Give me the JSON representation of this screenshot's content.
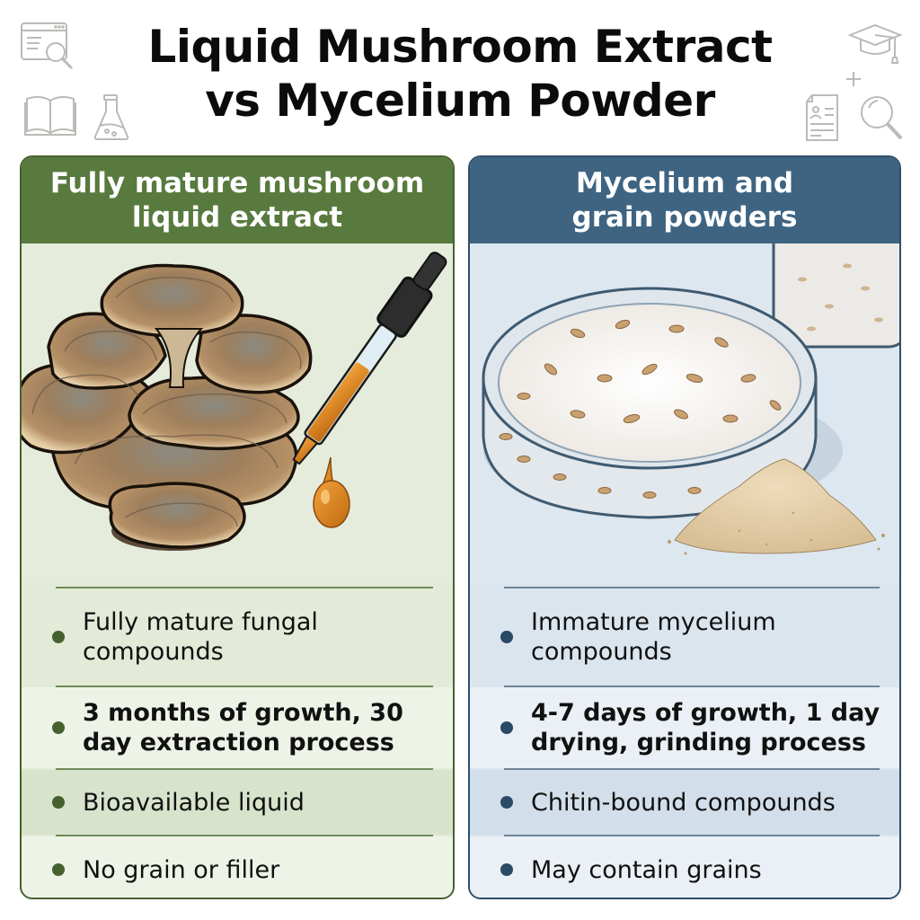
{
  "title": {
    "line1": "Liquid Mushroom Extract",
    "line2": "vs Mycelium Powder"
  },
  "decorative_icons": [
    "browser-search-icon",
    "open-book-icon",
    "flask-icon",
    "graduation-cap-icon",
    "plus-icon",
    "resume-document-icon",
    "magnifier-icon"
  ],
  "colors": {
    "green_header": "#587a3e",
    "green_border": "#46612f",
    "green_bg": "#e3ebd8",
    "blue_header": "#3e6482",
    "blue_border": "#2f4f6a",
    "blue_bg": "#dbe5ee"
  },
  "left_panel": {
    "header_line1": "Fully mature mushroom",
    "header_line2": "liquid extract",
    "illustration": "turkey-tail-mushroom-and-dropper",
    "items": [
      {
        "line1": "Fully mature fungal",
        "line2": "compounds"
      },
      {
        "line1": "3 months of growth, 30",
        "line2": "day extraction process"
      },
      {
        "line1": "Bioavailable liquid"
      },
      {
        "line1": "No grain or filler"
      }
    ]
  },
  "right_panel": {
    "header_line1": "Mycelium and",
    "header_line2": "grain powders",
    "illustration": "petri-dish-grain-and-powder-pile",
    "items": [
      {
        "line1": "Immature mycelium",
        "line2": "compounds"
      },
      {
        "line1": "4-7 days of growth, 1 day",
        "line2": "drying, grinding process"
      },
      {
        "line1": "Chitin-bound compounds"
      },
      {
        "line1": "May contain grains"
      }
    ]
  }
}
